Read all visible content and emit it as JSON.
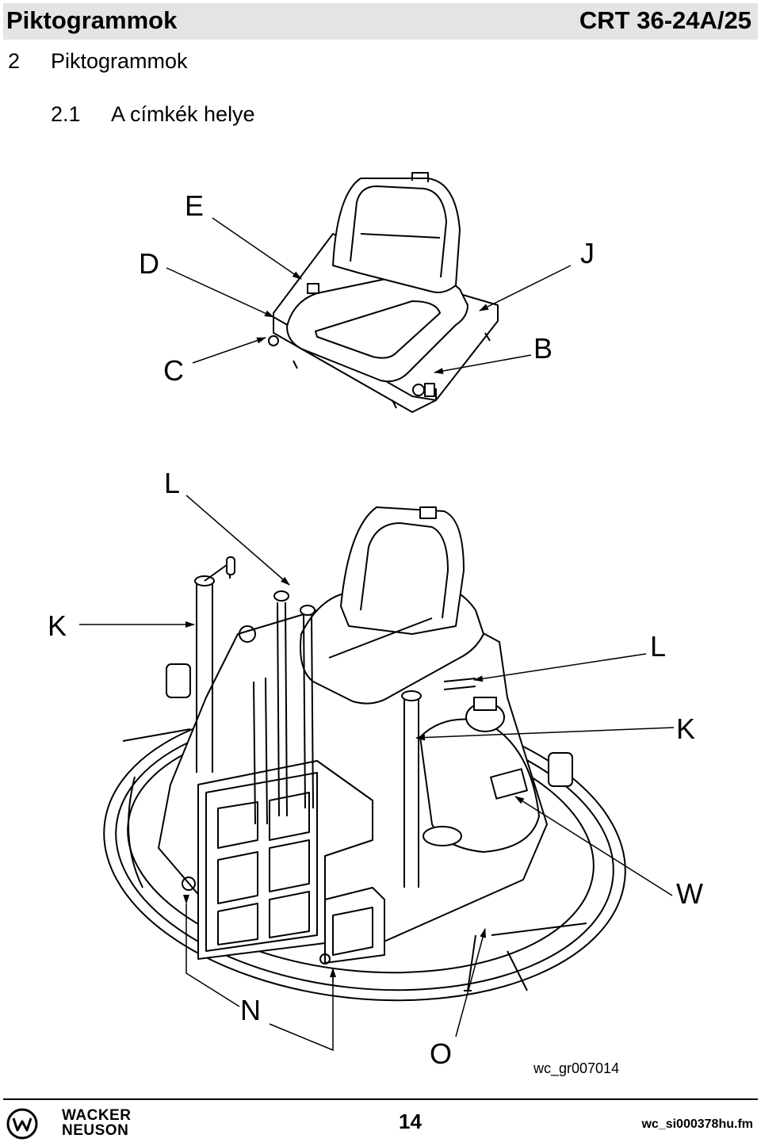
{
  "header": {
    "left_title": "Piktogrammok",
    "right_title": "CRT 36-24A/25"
  },
  "section": {
    "number": "2",
    "title": "Piktogrammok"
  },
  "subsection": {
    "number": "2.1",
    "title": "A címkék helye"
  },
  "figure": {
    "labels": {
      "E": "E",
      "D": "D",
      "J": "J",
      "C": "C",
      "B": "B",
      "L_top": "L",
      "K_left": "K",
      "L_right": "L",
      "K_right": "K",
      "W": "W",
      "N": "N",
      "O": "O"
    },
    "reference": "wc_gr007014"
  },
  "footer": {
    "logo_line1": "WACKER",
    "logo_line2": "NEUSON",
    "page_number": "14",
    "file_name": "wc_si000378hu.fm"
  }
}
